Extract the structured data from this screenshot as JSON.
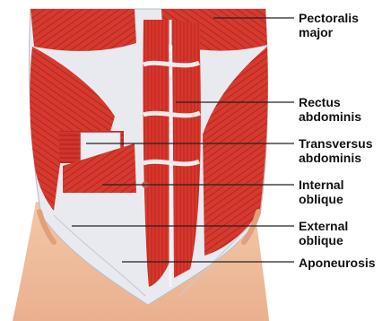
{
  "labels": [
    {
      "line1": "Pectoralis",
      "line2": "major"
    },
    {
      "line1": "Rectus",
      "line2": "abdominis"
    },
    {
      "line1": "Transversus",
      "line2": "abdominis"
    },
    {
      "line1": "Internal",
      "line2": "oblique"
    },
    {
      "line1": "External",
      "line2": "oblique"
    },
    {
      "line1": "Aponeurosis",
      "line2": ""
    }
  ],
  "colors": {
    "muscle": "#d8362c",
    "muscle_dark": "#a81e1a",
    "muscle_light": "#e86255",
    "fascia": "#e9eaf0",
    "skin": "#f2c3a3",
    "skin_shadow": "#e7a98a",
    "leader": "#222222"
  }
}
